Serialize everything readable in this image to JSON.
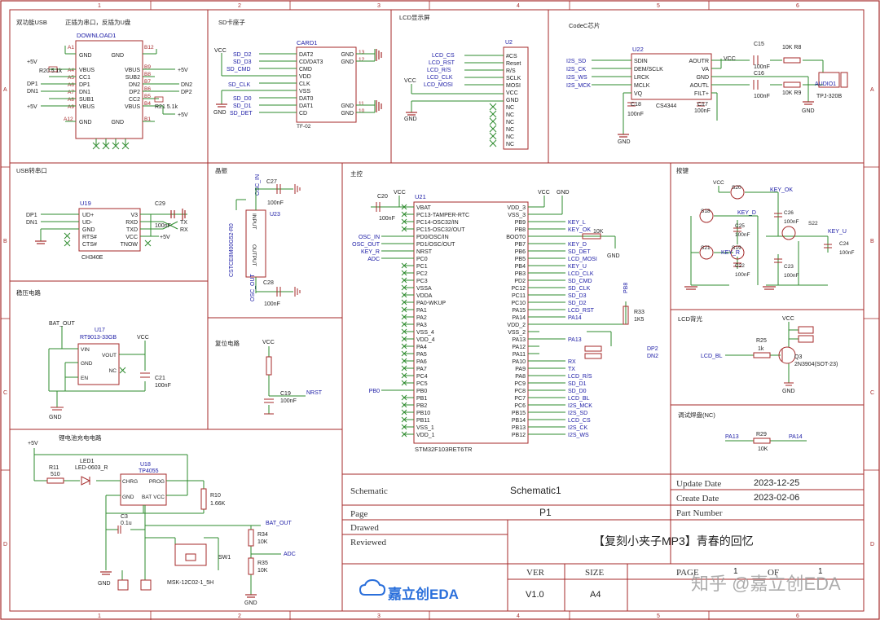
{
  "sheet": {
    "border_color": "#a52a2a",
    "wire_color": "#2e8b2e",
    "symbol_color": "#a52a2a",
    "text_color": "#1a1aa5",
    "col_numbers": [
      "1",
      "2",
      "3",
      "4",
      "5",
      "6"
    ],
    "row_letters": [
      "A",
      "B",
      "C",
      "D"
    ]
  },
  "sections": {
    "usb_dual": "双功能USB",
    "usb_note": "正插为串口，反插为U盘",
    "sd": "SD卡座子",
    "lcd": "LCD显示屏",
    "codec": "CodeC芯片",
    "usb_serial": "USB转串口",
    "crystal": "晶振",
    "mcu": "主控",
    "keys": "按键",
    "regulator": "稳压电路",
    "reset": "复位电路",
    "backlight": "LCD背光",
    "debug": "调试焊盘(NC)",
    "charger": "锂电池充电电路"
  },
  "download": {
    "ref": "DOWNLOAD1",
    "left_pins": [
      "A1",
      "A4",
      "A5",
      "A6",
      "A7",
      "A8",
      "A9",
      "A12"
    ],
    "left_names": [
      "GND",
      "VBUS",
      "CC1",
      "DP1",
      "DN1",
      "SUB1",
      "VBUS",
      "GND"
    ],
    "right_pins": [
      "B12",
      "B9",
      "B8",
      "B7",
      "B6",
      "B5",
      "B4",
      "B1"
    ],
    "right_names": [
      "GND",
      "VBUS",
      "SUB2",
      "DN2",
      "DP2",
      "CC2",
      "VBUS",
      "GND"
    ],
    "r20": "R20 5.1k",
    "r21": "R21 5.1k",
    "nets": [
      "+5V",
      "DP1",
      "DN1",
      "+5V",
      "+5V",
      "DN2",
      "DP2",
      "+5V"
    ]
  },
  "card": {
    "ref": "CARD1",
    "pins": [
      "DAT2",
      "CD/DAT3",
      "CMD",
      "VDD",
      "CLK",
      "VSS",
      "DAT0",
      "DAT1",
      "CD"
    ],
    "nets": [
      "SD_D2",
      "SD_D3",
      "SD_CMD",
      "SD_CLK",
      "SD_D0",
      "SD_D1",
      "SD_DET"
    ],
    "right": [
      "GND",
      "GND",
      "GND",
      "GND"
    ],
    "right_pins": [
      "13",
      "12",
      "11",
      "10"
    ],
    "vcc": "VCC",
    "gnd": "GND",
    "model": "TF-02"
  },
  "lcd_conn": {
    "ref": "U2",
    "pins": [
      "#CS",
      "Reset",
      "R/S",
      "SCLK",
      "MOSI",
      "VCC",
      "GND",
      "NC",
      "NC",
      "NC",
      "NC",
      "NC",
      "NC"
    ],
    "nets": [
      "LCD_CS",
      "LCD_RST",
      "LCD_R/S",
      "LCD_CLK",
      "LCD_MOSI"
    ],
    "vcc": "VCC",
    "gnd": "GND"
  },
  "codec_chip": {
    "ref": "U22",
    "part": "CS4344",
    "pins_left": [
      "SDIN",
      "DEM/SCLK",
      "LRCK",
      "MCLK",
      "VQ"
    ],
    "pins_right": [
      "AOUTR",
      "VA",
      "GND",
      "AOUTL",
      "FILT+"
    ],
    "nets": [
      "I2S_SD",
      "I2S_CK",
      "I2S_WS",
      "I2S_MCK"
    ],
    "c15": "C15",
    "c16": "C16",
    "c18": "C18",
    "c17": "C17",
    "cap100": "100nF",
    "r8": "10K R8",
    "r9": "10K R9",
    "audio": "AUDIO1",
    "jack": "TPJ-320B",
    "vcc": "VCC",
    "gnd": "GND"
  },
  "ch340": {
    "ref": "U19",
    "part": "CH340E",
    "left": [
      "UD+",
      "UD-",
      "GND",
      "RTS#",
      "CTS#"
    ],
    "right": [
      "V3",
      "RXD",
      "TXD",
      "VCC",
      "TNOW"
    ],
    "nets": [
      "DP1",
      "DN1",
      "TX",
      "RX",
      "+5V"
    ],
    "c29": "C29",
    "c29v": "100nF"
  },
  "osc": {
    "ref": "U23",
    "c27": "C27",
    "c28": "C28",
    "cap": "100nF",
    "in": "OSC_IN",
    "out": "OSC_OUT",
    "part": "CSTCE8M00G52-R0",
    "input": "INPUT",
    "output": "OUTPUT"
  },
  "mcu": {
    "ref": "U21",
    "part": "STM32F103RET6TR",
    "left": [
      "VBAT",
      "PC13-TAMPER-RTC",
      "PC14-OSC32/IN",
      "PC15-OSC32/OUT",
      "PD0/OSC/IN",
      "PD1/OSC/OUT",
      "NRST",
      "PC0",
      "PC1",
      "PC2",
      "PC3",
      "VSSA",
      "VDDA",
      "PA0-WKUP",
      "PA1",
      "PA2",
      "PA3",
      "VSS_4",
      "VDD_4",
      "PA4",
      "PA5",
      "PA6",
      "PA7",
      "PC4",
      "PC5",
      "PB0",
      "PB1",
      "PB2",
      "PB10",
      "PB11",
      "VSS_1",
      "VDD_1"
    ],
    "right": [
      "VDD_3",
      "VSS_3",
      "PB9",
      "PB8",
      "BOOT0",
      "PB7",
      "PB6",
      "PB5",
      "PB4",
      "PB3",
      "PD2",
      "PC12",
      "PC11",
      "PC10",
      "PA15",
      "PA14",
      "VDD_2",
      "VSS_2",
      "PA13",
      "PA12",
      "PA11",
      "PA10",
      "PA9",
      "PA8",
      "PC9",
      "PC8",
      "PC7",
      "PC6",
      "PB15",
      "PB14",
      "PB13",
      "PB12"
    ],
    "right_nets": [
      "",
      "",
      "KEY_L",
      "KEY_OK",
      "",
      "KEY_D",
      "SD_DET",
      "LCD_MOSI",
      "KEY_U",
      "LCD_CLK",
      "SD_CMD",
      "SD_CLK",
      "SD_D3",
      "SD_D2",
      "LCD_RST",
      "PA14",
      "",
      "",
      "PA13",
      "",
      "",
      "RX",
      "TX",
      "LCD_R/S",
      "SD_D1",
      "SD_D0",
      "LCD_BL",
      "I2S_MCK",
      "I2S_SD",
      "LCD_CS",
      "I2S_CK",
      "I2S_WS"
    ],
    "left_nets": [
      "",
      "",
      "",
      "",
      "OSC_IN",
      "OSC_OUT",
      "KEY_R",
      "ADC",
      "",
      "",
      "",
      "",
      "",
      "",
      "",
      "",
      "",
      "",
      "",
      "",
      "",
      "",
      "",
      "",
      "",
      "PB0",
      "",
      "",
      "",
      "",
      "",
      ""
    ],
    "c20": "C20",
    "c20v": "100nF",
    "r33": "R33",
    "r33v": "1K5",
    "pb8": "PB8",
    "r": "10K",
    "dp2": "DP2",
    "dn2": "DN2",
    "vcc": "VCC",
    "gnd": "GND"
  },
  "buttons": {
    "nets": [
      "KEY_OK",
      "KEY_D",
      "KEY_R",
      "KEY_U"
    ],
    "sw": [
      "S20",
      "S18",
      "S21",
      "S19",
      "S22"
    ],
    "caps": [
      "C25",
      "C22",
      "C26",
      "C23",
      "C24"
    ],
    "capv": "100nF",
    "vcc": "VCC"
  },
  "regulator": {
    "ref": "U17",
    "part": "RT9013-33GB",
    "pins": [
      "VIN",
      "GND",
      "EN",
      "VOUT",
      "NC"
    ],
    "bat": "BAT_OUT",
    "vcc": "VCC",
    "c21": "C21",
    "c21v": "100nF",
    "gnd": "GND"
  },
  "reset_circuit": {
    "vcc": "VCC",
    "c19": "C19",
    "c19v": "100nF",
    "net": "NRST"
  },
  "backlight_circuit": {
    "vcc": "VCC",
    "r25": "R25",
    "r25v": "1k",
    "net": "LCD_BL",
    "q3": "Q3",
    "q3part": "2N3904(SOT-23)",
    "gnd": "GND"
  },
  "debug_pads": {
    "r29": "R29",
    "r29v": "10K",
    "a": "PA13",
    "b": "PA14"
  },
  "charge": {
    "ref": "U18",
    "part": "TP4055",
    "v5": "+5V",
    "led": "LED1",
    "ledpart": "LED-0603_R",
    "r11": "R11",
    "r11v": "510",
    "r10": "R10",
    "r10v": "1.66K",
    "c3": "C3",
    "c3v": "0.1u",
    "pins": [
      "CHRG",
      "GND",
      "BAT",
      "PROG",
      "VCC"
    ],
    "bat_out": "BAT_OUT",
    "r34": "R34",
    "r34v": "10K",
    "r35": "R35",
    "r35v": "10K",
    "adc": "ADC",
    "sw": "SW1",
    "swpart": "MSK-12C02-1_5H",
    "gnd": "GND"
  },
  "title_block": {
    "schematic_label": "Schematic",
    "schematic_value": "Schematic1",
    "page_label": "Page",
    "page_value": "P1",
    "drawed_label": "Drawed",
    "reviewed_label": "Reviewed",
    "update_label": "Update Date",
    "update_value": "2023-12-25",
    "create_label": "Create Date",
    "create_value": "2023-02-06",
    "part_label": "Part Number",
    "project": "【复刻小夹子MP3】青春的回忆",
    "logo": "嘉立创EDA",
    "ver_label": "VER",
    "ver_value": "V1.0",
    "size_label": "SIZE",
    "size_value": "A4",
    "pagex_label": "PAGE",
    "page_num": "1",
    "of_label": "OF",
    "page_total": "1",
    "watermark": "知乎 @嘉立创EDA"
  }
}
